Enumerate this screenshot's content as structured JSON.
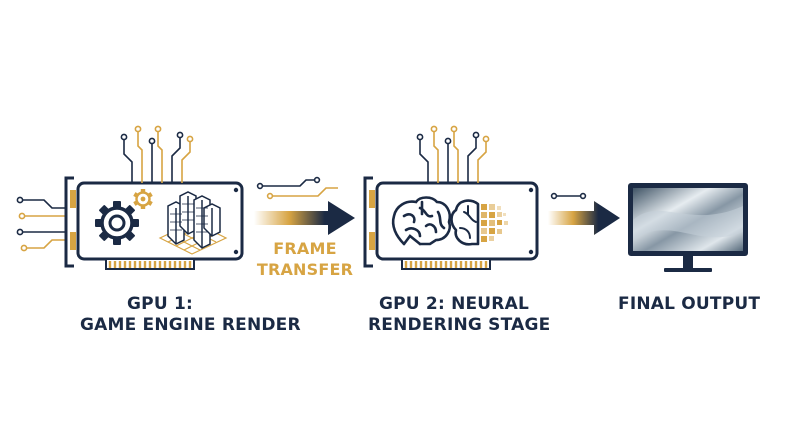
{
  "colors": {
    "navy": "#1b2a44",
    "gold": "#d7a443",
    "background": "#ffffff"
  },
  "stages": {
    "gpu1": {
      "line1": "GPU 1:",
      "line2": "GAME ENGINE RENDER",
      "icons": [
        "gear-icon",
        "city-wireframe-icon"
      ]
    },
    "transfer": {
      "line1": "FRAME",
      "line2": "TRANSFER"
    },
    "gpu2": {
      "line1": "GPU 2: NEURAL",
      "line2": "RENDERING STAGE",
      "icons": [
        "brain-icon",
        "pixel-brain-icon"
      ]
    },
    "output": {
      "line1": "FINAL OUTPUT",
      "icons": [
        "monitor-icon"
      ]
    }
  }
}
